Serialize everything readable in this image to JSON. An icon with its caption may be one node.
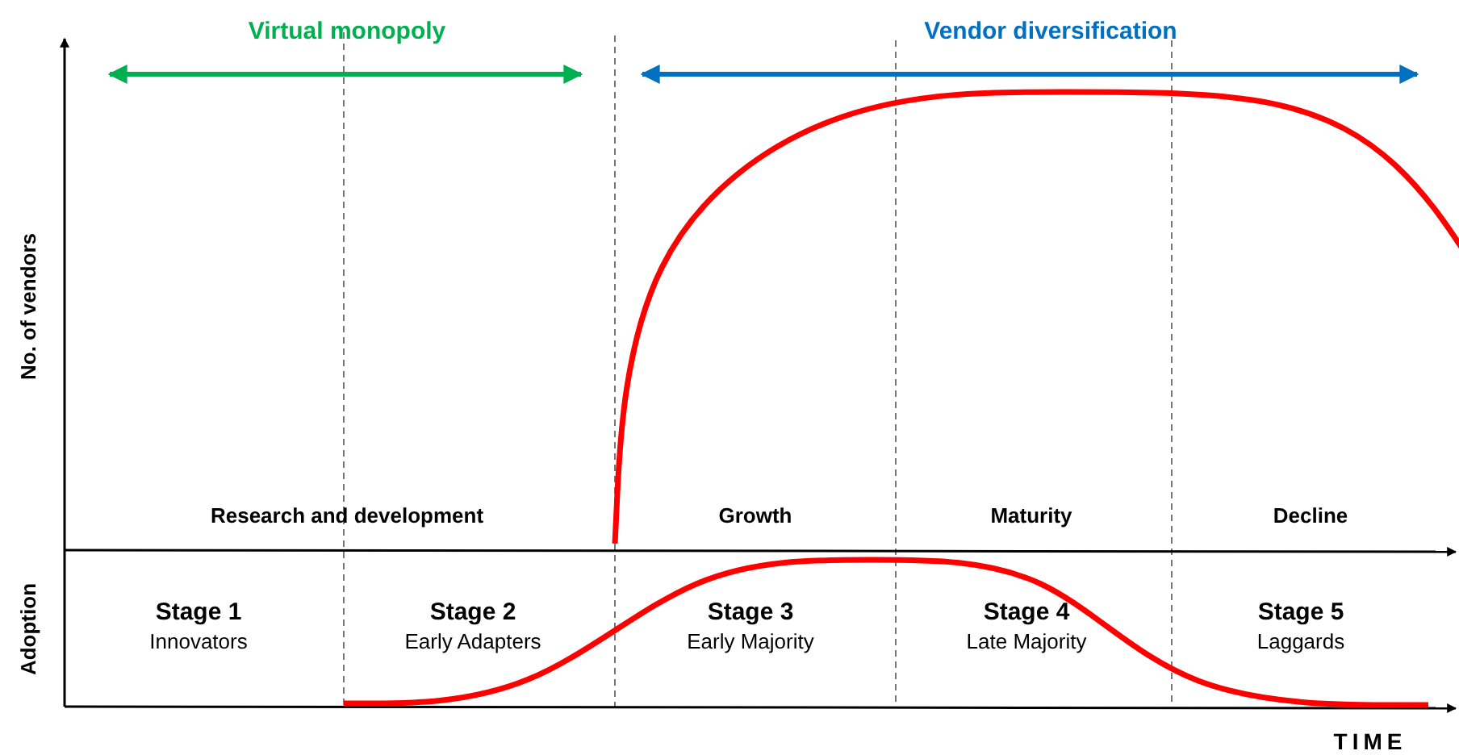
{
  "diagram": {
    "labels": [
      "Virtual monopoly",
      "Vendor diversification",
      "No. of vendors",
      "Research and development",
      "Growth",
      "Maturity",
      "Decline",
      "Adoption",
      "Stage 1",
      "Innovators",
      "Stage 2",
      "Early Adapters",
      "Stage 3",
      "Early Majority",
      "Stage 4",
      "Late Majority",
      "Stage 5",
      "Laggards",
      "TIME"
    ]
  }
}
